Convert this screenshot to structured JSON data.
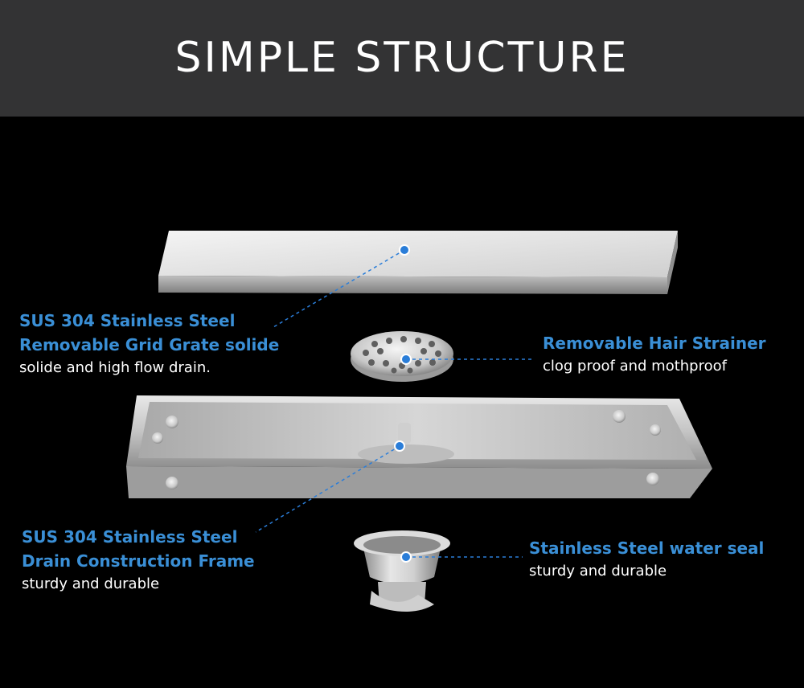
{
  "header": {
    "title": "SIMPLE STRUCTURE"
  },
  "colors": {
    "accent": "#3a8fd6",
    "header_bg": "#333334",
    "background": "#000000",
    "subtext": "#ffffff"
  },
  "callouts": {
    "grate": {
      "title_line1": "SUS 304 Stainless Steel",
      "title_line2": "Removable Grid Grate solide",
      "subtitle": "solide and high flow drain."
    },
    "strainer": {
      "title": "Removable Hair Strainer",
      "subtitle": "clog proof and mothproof"
    },
    "frame": {
      "title_line1": "SUS 304 Stainless Steel",
      "title_line2": "Drain Construction Frame",
      "subtitle": "sturdy and durable"
    },
    "seal": {
      "title": "Stainless Steel water seal",
      "subtitle": "sturdy and durable"
    }
  }
}
